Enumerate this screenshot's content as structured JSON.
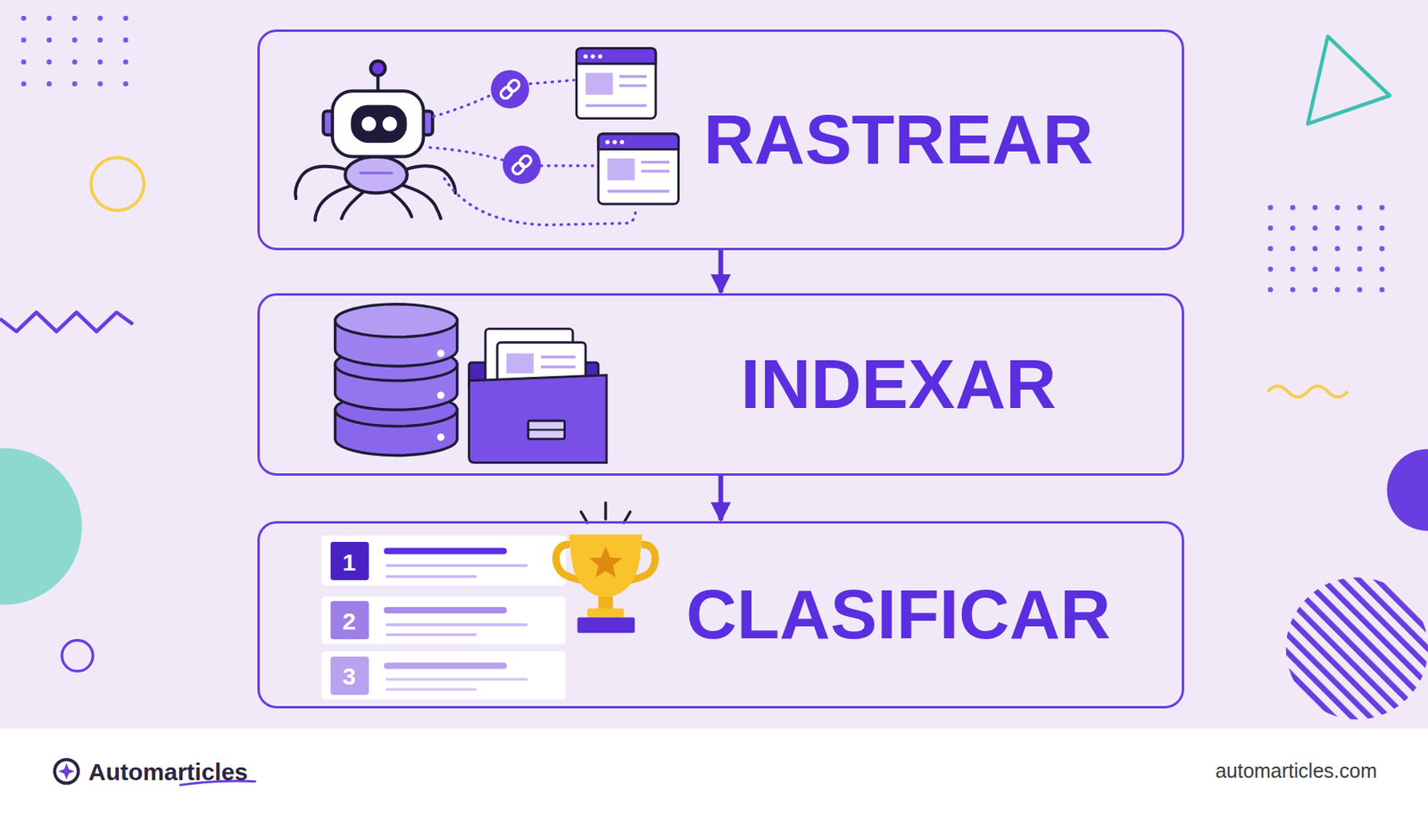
{
  "diagram": {
    "nodes": [
      {
        "text": [
          "RASTREAR"
        ]
      },
      {
        "text": [
          "INDEXAR"
        ]
      },
      {
        "text": [
          "CLASIFICAR"
        ]
      }
    ],
    "edges": [
      {
        "from": 0,
        "to": 1,
        "arrow": "to"
      },
      {
        "from": 1,
        "to": 2,
        "arrow": "to"
      }
    ],
    "labels": [
      "1",
      "2",
      "3",
      "Automarticles",
      "automarticles.com"
    ]
  }
}
